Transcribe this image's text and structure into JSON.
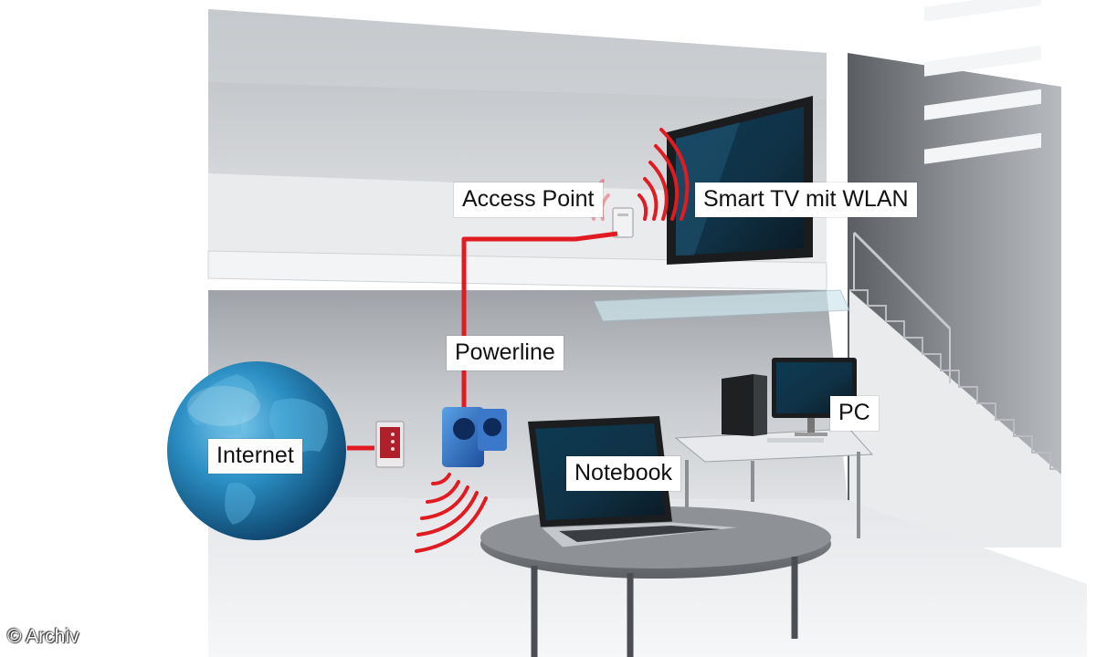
{
  "labels": {
    "access_point": "Access Point",
    "smart_tv": "Smart TV mit WLAN",
    "powerline": "Powerline",
    "internet": "Internet",
    "notebook": "Notebook",
    "pc": "PC"
  },
  "credit": "© Archiv",
  "colors": {
    "connection": "#e11b22",
    "wall": "#d3d5d8",
    "floor": "#e5e7ea",
    "ocean": "#1f78a8",
    "label_bg": "#ffffff"
  },
  "icons": {
    "globe": "globe-icon",
    "router": "router-icon",
    "powerline_adapter": "powerline-adapter-icon",
    "access_point": "access-point-icon",
    "wifi": "wifi-waves-icon"
  }
}
